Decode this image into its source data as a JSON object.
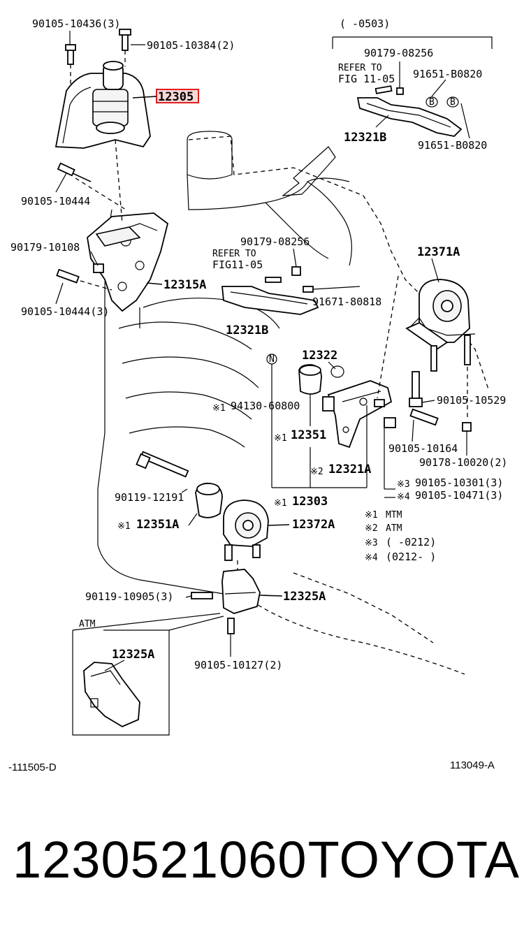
{
  "diagram": {
    "highlighted_part": "12305",
    "date_range_top": "(    -0503)",
    "refer_to_1": "REFER TO",
    "refer_fig_1": "FIG 11-05",
    "refer_to_2": "REFER TO",
    "refer_fig_2": "FIG11-05",
    "labels": {
      "p90105_10436": "90105-10436(3)",
      "p90105_10384": "90105-10384(2)",
      "p90105_10444a": "90105-10444",
      "p90179_10108": "90179-10108",
      "p12315A": "12315A",
      "p90105_10444b": "90105-10444(3)",
      "p90179_08256a": "90179-08256",
      "p91651_B0820a": "91651-B0820",
      "p12321B_top": "12321B",
      "p91651_B0820b": "91651-B0820",
      "p90179_08256b": "90179-08256",
      "p91671_80818": "91671-80818",
      "p12321B_mid": "12321B",
      "p12371A": "12371A",
      "p12322": "12322",
      "p94130": "94130-60800",
      "p12351": "12351",
      "p12321A": "12321A",
      "p90105_10529": "90105-10529",
      "p90105_10164": "90105-10164",
      "p90178_10020": "90178-10020(2)",
      "p90105_10301": "90105-10301(3)",
      "p90105_10471": "90105-10471(3)",
      "p90119_12191": "90119-12191",
      "p12303": "12303",
      "p12351A": "12351A",
      "p12372A": "12372A",
      "p90119_10905": "90119-10905(3)",
      "p12325A": "12325A",
      "p90105_10127": "90105-10127(2)",
      "atm_box_title": "ATM",
      "p12325A_atm": "12325A",
      "circle_n": "N",
      "circle_b1": "B",
      "circle_b2": "B"
    },
    "marks": {
      "m1": "※1",
      "m2": "※2",
      "m3": "※3",
      "m4": "※4"
    },
    "legend": [
      {
        "mark": "※1",
        "text": "MTM"
      },
      {
        "mark": "※2",
        "text": "ATM"
      },
      {
        "mark": "※3",
        "text": "(      -0212)"
      },
      {
        "mark": "※4",
        "text": "(0212-      )"
      }
    ],
    "codes": {
      "left": "-111505-D",
      "right": "113049-A"
    }
  },
  "footer": {
    "part_number": "1230521060",
    "brand": "TOYOTA"
  }
}
